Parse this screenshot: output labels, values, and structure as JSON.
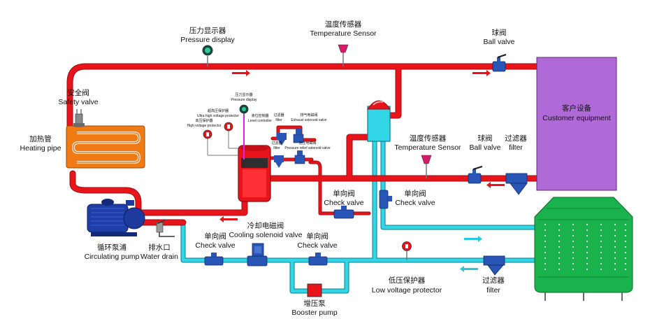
{
  "colors": {
    "hot_pipe": "#e8141c",
    "hot_pipe_edge": "#9c0d10",
    "cold_pipe": "#33d6e6",
    "cold_pipe_edge": "#0b7f8c",
    "customer_box": "#b06ad8",
    "cooling_tower": "#19b24d",
    "heater_body": "#f07a14",
    "pump_body": "#1f3fa8",
    "valve_body": "#2855b6",
    "flow_arrow_hot": "#e8141c",
    "flow_arrow_cold": "#27c8e0"
  },
  "labels": {
    "pressure_display_top": {
      "cn": "压力显示器",
      "en": "Pressure display"
    },
    "temp_sensor_top": {
      "cn": "温度传感器",
      "en": "Temperature Sensor"
    },
    "ball_valve_top": {
      "cn": "球阀",
      "en": "Ball valve"
    },
    "safety_valve": {
      "cn": "安全阀",
      "en": "Safety valve"
    },
    "heating_pipe": {
      "cn": "加热管",
      "en": "Heating pipe"
    },
    "customer_equipment": {
      "cn": "客户设备",
      "en": "Customer equipment"
    },
    "temp_sensor_mid": {
      "cn": "温度传感器",
      "en": "Temperature Sensor"
    },
    "ball_valve_mid": {
      "cn": "球阀",
      "en": "Ball valve"
    },
    "filter_mid": {
      "cn": "过滤器",
      "en": "filter"
    },
    "check_valve_a": {
      "cn": "单向阀",
      "en": "Check valve"
    },
    "check_valve_b": {
      "cn": "单向阀",
      "en": "Check valve"
    },
    "check_valve_c": {
      "cn": "单向阀",
      "en": "Check valve"
    },
    "check_valve_d": {
      "cn": "单向阀",
      "en": "Check valve"
    },
    "cooling_solenoid": {
      "cn": "冷却电磁阀",
      "en": "Cooling solenoid valve"
    },
    "circulating_pump": {
      "cn": "循环泵浦",
      "en": "Circulating pump"
    },
    "water_drain": {
      "cn": "排水口",
      "en": "Water drain"
    },
    "booster_pump": {
      "cn": "增压泵",
      "en": "Booster pump"
    },
    "low_voltage": {
      "cn": "低压保护器",
      "en": "Low voltage protector"
    },
    "filter_low": {
      "cn": "过滤器",
      "en": "filter"
    },
    "tiny_pressure": {
      "cn": "压力显示器",
      "en": "Pressure display"
    },
    "tiny_ultra_high": {
      "cn": "超高压保护器",
      "en": "Ultra high voltage protector"
    },
    "tiny_high": {
      "cn": "高压保护器",
      "en": "High voltage protector"
    },
    "tiny_level": {
      "cn": "液位控制器",
      "en": "Level controller"
    },
    "tiny_filter_1": {
      "cn": "过滤器",
      "en": "filter"
    },
    "tiny_exhaust": {
      "cn": "排气电磁阀",
      "en": "Exhaust solenoid valve"
    },
    "tiny_filter_2": {
      "cn": "过滤器",
      "en": "filter"
    },
    "tiny_relief": {
      "cn": "泄压电磁阀",
      "en": "Pressure relief solenoid valve"
    }
  }
}
